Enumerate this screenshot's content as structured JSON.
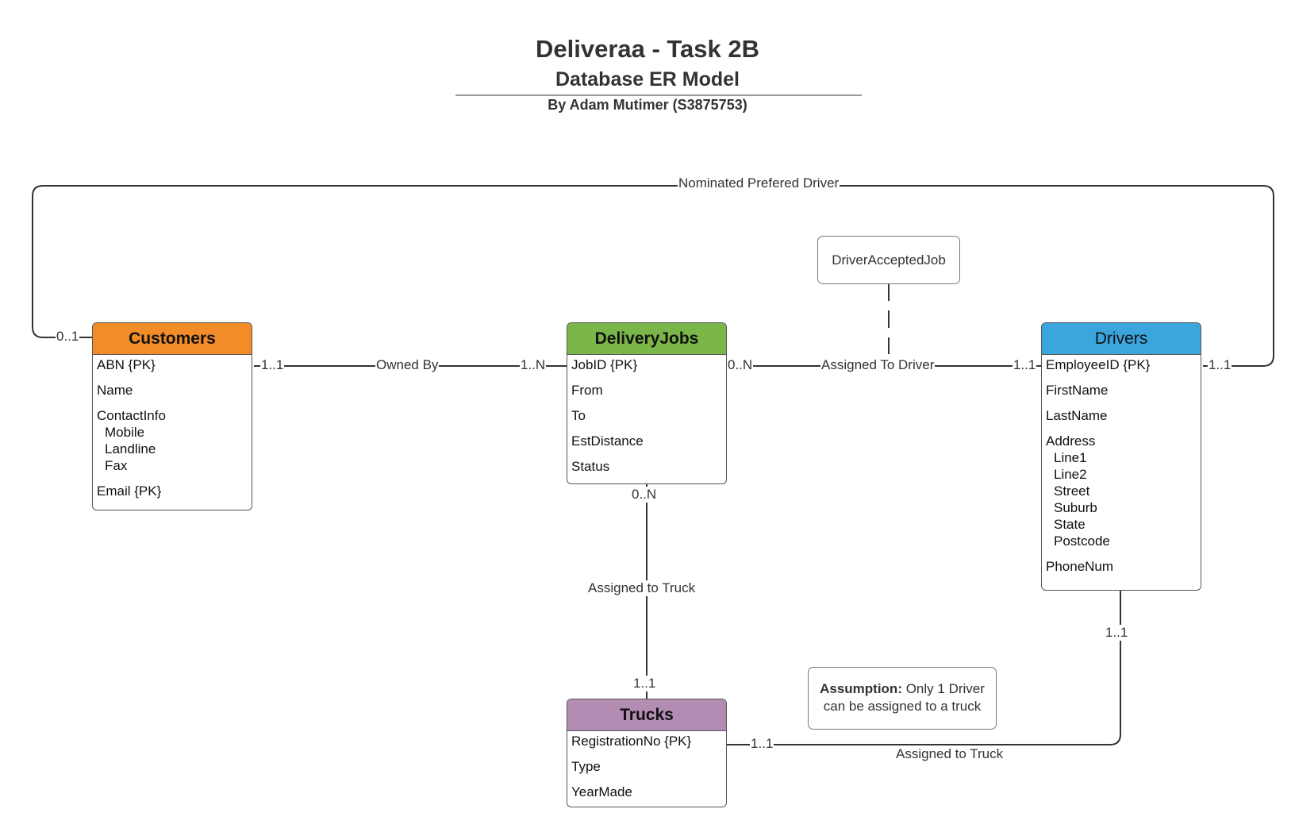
{
  "header": {
    "title": "Deliveraa - Task 2B",
    "subtitle": "Database ER Model",
    "author": "By Adam Mutimer (S3875753)"
  },
  "entities": {
    "customers": {
      "name": "Customers",
      "color": "#F28C28",
      "attributes": [
        "ABN {PK}",
        "Name",
        "ContactInfo",
        "Mobile",
        "Landline",
        "Fax",
        "Email {PK}"
      ]
    },
    "delivery_jobs": {
      "name": "DeliveryJobs",
      "color": "#7AB648",
      "attributes": [
        "JobID {PK}",
        "From",
        "To",
        "EstDistance",
        "Status"
      ]
    },
    "drivers": {
      "name": "Drivers",
      "color": "#3AA6DD",
      "attributes": [
        "EmployeeID {PK}",
        "FirstName",
        "LastName",
        "Address",
        "Line1",
        "Line2",
        "Street",
        "Suburb",
        "State",
        "Postcode",
        "PhoneNum"
      ]
    },
    "trucks": {
      "name": "Trucks",
      "color": "#B38CB4",
      "attributes": [
        "RegistrationNo {PK}",
        "Type",
        "YearMade"
      ]
    }
  },
  "relationships": {
    "nominated": {
      "label": "Nominated Prefered Driver",
      "from_card": "0..1",
      "to_card": "1..1"
    },
    "owned_by": {
      "label": "Owned By",
      "from_card": "1..1",
      "to_card": "1..N"
    },
    "assigned_driver": {
      "label": "Assigned To Driver",
      "from_card": "0..N",
      "to_card": "1..1"
    },
    "job_truck": {
      "label": "Assigned to Truck",
      "from_card": "0..N",
      "to_card": "1..1"
    },
    "driver_truck": {
      "label": "Assigned to Truck",
      "from_card": "1..1",
      "to_card": "1..1"
    }
  },
  "associative_entity": {
    "name": "DriverAcceptedJob"
  },
  "assumption": {
    "bold": "Assumption:",
    "text_line1": " Only 1 Driver",
    "text_line2": "can be assigned to a truck"
  }
}
